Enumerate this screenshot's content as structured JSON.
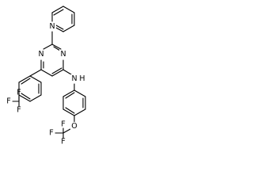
{
  "molecule": {
    "atoms": {
      "pyridine_n": "N",
      "pyrimidine_n1": "N",
      "pyrimidine_n3": "N",
      "amine_n": "N",
      "amine_h": "H",
      "cf3_f_top": "F",
      "cf3_f_left": "F",
      "cf3_f_bottom": "F",
      "ether_o": "O",
      "ocf3_f_top": "F",
      "ocf3_f_left": "F",
      "ocf3_f_bottom": "F"
    }
  }
}
